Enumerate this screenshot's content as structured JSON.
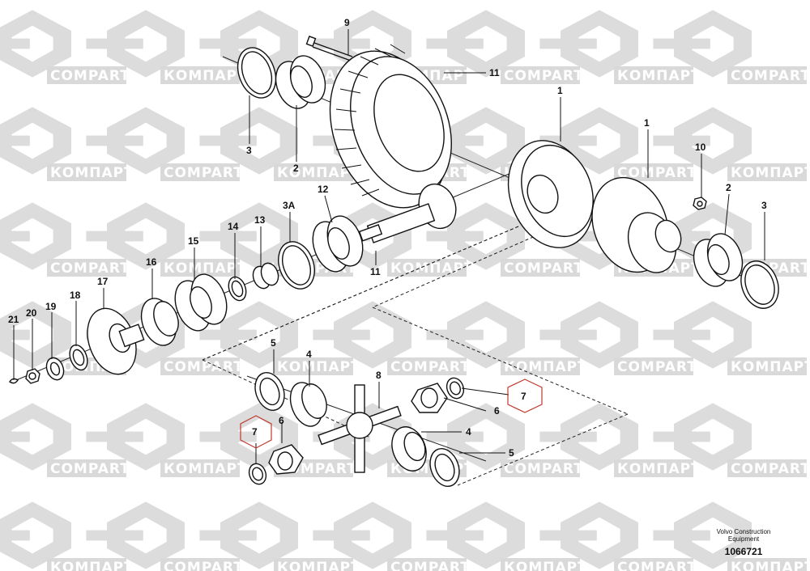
{
  "watermark": {
    "text_latin": "COMPART",
    "text_cyrillic": "КОМПАРТ",
    "color": "#d9d9d9"
  },
  "callouts": {
    "c1a": "1",
    "c1b": "1",
    "c2a": "2",
    "c2b": "2",
    "c3a": "3",
    "c3b": "3",
    "c3A": "3A",
    "c4a": "4",
    "c4b": "4",
    "c5a": "5",
    "c5b": "5",
    "c6a": "6",
    "c6b": "6",
    "c7a": "7",
    "c7b": "7",
    "c8": "8",
    "c9": "9",
    "c10": "10",
    "c11a": "11",
    "c11b": "11",
    "c12": "12",
    "c13": "13",
    "c14": "14",
    "c15": "15",
    "c16": "16",
    "c17": "17",
    "c18": "18",
    "c19": "19",
    "c20": "20",
    "c21": "21"
  },
  "highlight_color": "#c0392b",
  "footer": {
    "brand_line1": "Volvo Construction",
    "brand_line2": "Equipment",
    "ref": "1066721"
  }
}
